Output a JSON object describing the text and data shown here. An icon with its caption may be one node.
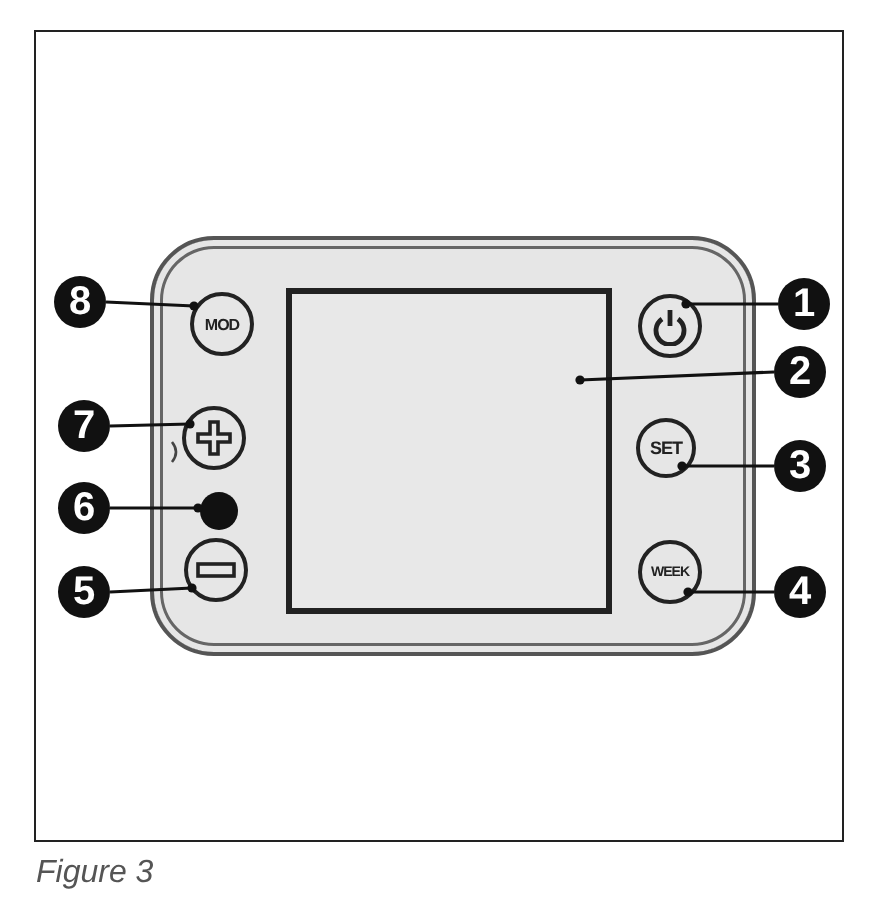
{
  "diagram": {
    "caption": "Figure 3",
    "nodes": [
      {
        "text": [],
        "shape": "box"
      },
      {
        "text": [
          "MOD"
        ],
        "in": 0
      },
      {
        "text": [],
        "shape": "circle",
        "in": 0
      },
      {
        "text": [],
        "shape": "box",
        "in": 0
      },
      {
        "text": [],
        "shape": "circle",
        "in": 0
      },
      {
        "text": [
          "SET"
        ],
        "in": 0
      },
      {
        "text": [],
        "shape": "circle",
        "in": 0
      },
      {
        "text": [],
        "shape": "circle",
        "in": 0
      },
      {
        "text": [
          "WEEK"
        ],
        "in": 0
      },
      {
        "text": [
          "1"
        ]
      },
      {
        "text": [
          "2"
        ]
      },
      {
        "text": [
          "3"
        ]
      },
      {
        "text": [
          "4"
        ]
      },
      {
        "text": [
          "5"
        ]
      },
      {
        "text": [
          "6"
        ]
      },
      {
        "text": [
          "7"
        ]
      },
      {
        "text": [
          "8"
        ]
      }
    ],
    "edges": [
      {
        "from": 9,
        "to": 2,
        "arrow": "other"
      },
      {
        "from": 10,
        "to": 3,
        "arrow": "other"
      },
      {
        "from": 11,
        "to": 5,
        "arrow": "other"
      },
      {
        "from": 12,
        "to": 8,
        "arrow": "other"
      },
      {
        "from": 13,
        "to": 7,
        "arrow": "other"
      },
      {
        "from": 14,
        "to": 6,
        "arrow": "other"
      },
      {
        "from": 15,
        "to": 4,
        "arrow": "other"
      },
      {
        "from": 16,
        "to": 1,
        "arrow": "other"
      }
    ]
  }
}
